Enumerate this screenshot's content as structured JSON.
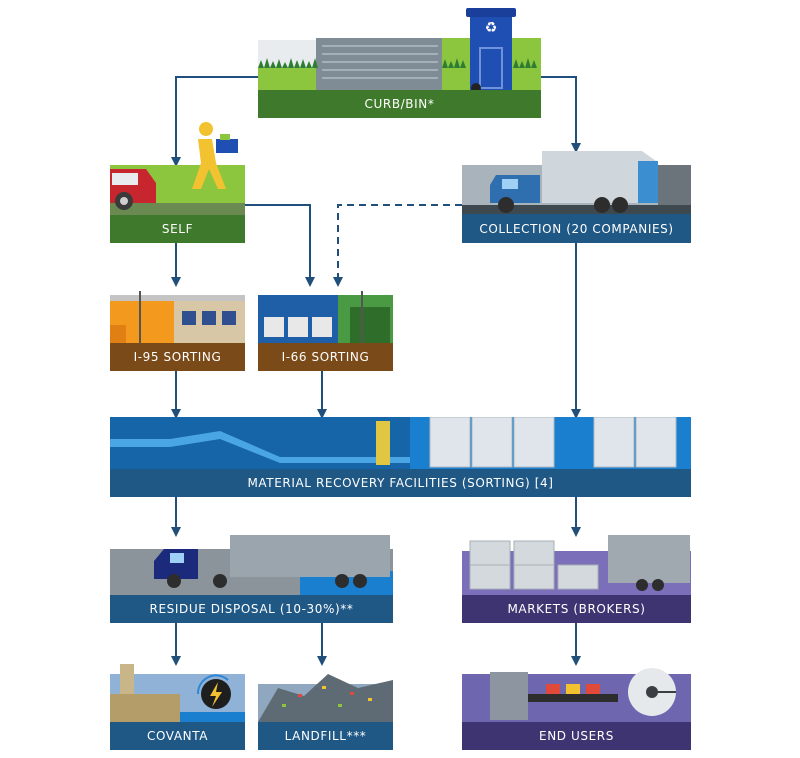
{
  "nodes": {
    "curb": {
      "label": "CURB/BIN*"
    },
    "self": {
      "label": "SELF"
    },
    "collection": {
      "label": "COLLECTION (20 COMPANIES)"
    },
    "i95": {
      "label": "I-95 SORTING"
    },
    "i66": {
      "label": "I-66 SORTING"
    },
    "mrf": {
      "label": "MATERIAL RECOVERY FACILITIES (SORTING) [4]"
    },
    "residue": {
      "label": "RESIDUE DISPOSAL (10-30%)**"
    },
    "markets": {
      "label": "MARKETS (BROKERS)"
    },
    "covanta": {
      "label": "COVANTA"
    },
    "landfill": {
      "label": "LANDFILL***"
    },
    "endusers": {
      "label": "END USERS"
    }
  },
  "colors": {
    "green_bar": "#3f7a2c",
    "blue_bar": "#1f5785",
    "brown_bar": "#7a4a19",
    "purple_bar": "#3e3472",
    "arrow": "#1f4f7a"
  },
  "icons": [
    "recycling-bin-icon",
    "person-carrying-box-icon",
    "garbage-truck-icon",
    "semi-truck-icon",
    "energy-bolt-icon",
    "paper-roll-icon"
  ]
}
